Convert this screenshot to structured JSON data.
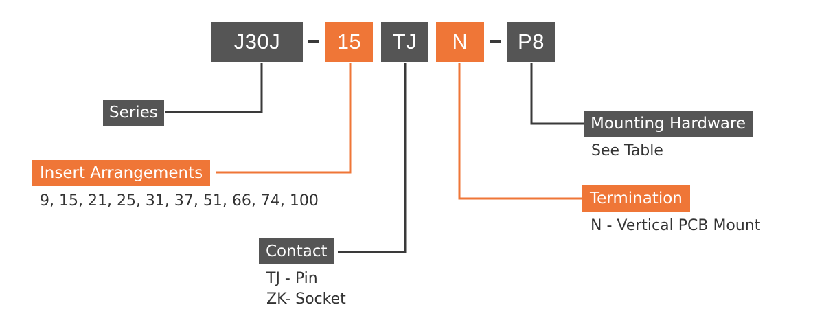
{
  "part_code": {
    "series": "J30J",
    "insert": "15",
    "contact": "TJ",
    "termination": "N",
    "hardware": "P8",
    "separator": "-"
  },
  "fields": {
    "series": {
      "label": "Series"
    },
    "insert_arrangements": {
      "label": "Insert Arrangements",
      "options": [
        "9, 15, 21, 25, 31, 37, 51, 66, 74, 100"
      ]
    },
    "contact": {
      "label": "Contact",
      "options": [
        "TJ - Pin",
        "ZK- Socket"
      ]
    },
    "termination": {
      "label": "Termination",
      "options": [
        "N - Vertical PCB Mount"
      ]
    },
    "mounting_hardware": {
      "label": "Mounting Hardware",
      "options": [
        "See Table"
      ]
    }
  },
  "colors": {
    "dark_box": "#555555",
    "accent_orange": "#ef7637",
    "dark_line": "#3a3a3a",
    "text": "#333333"
  }
}
